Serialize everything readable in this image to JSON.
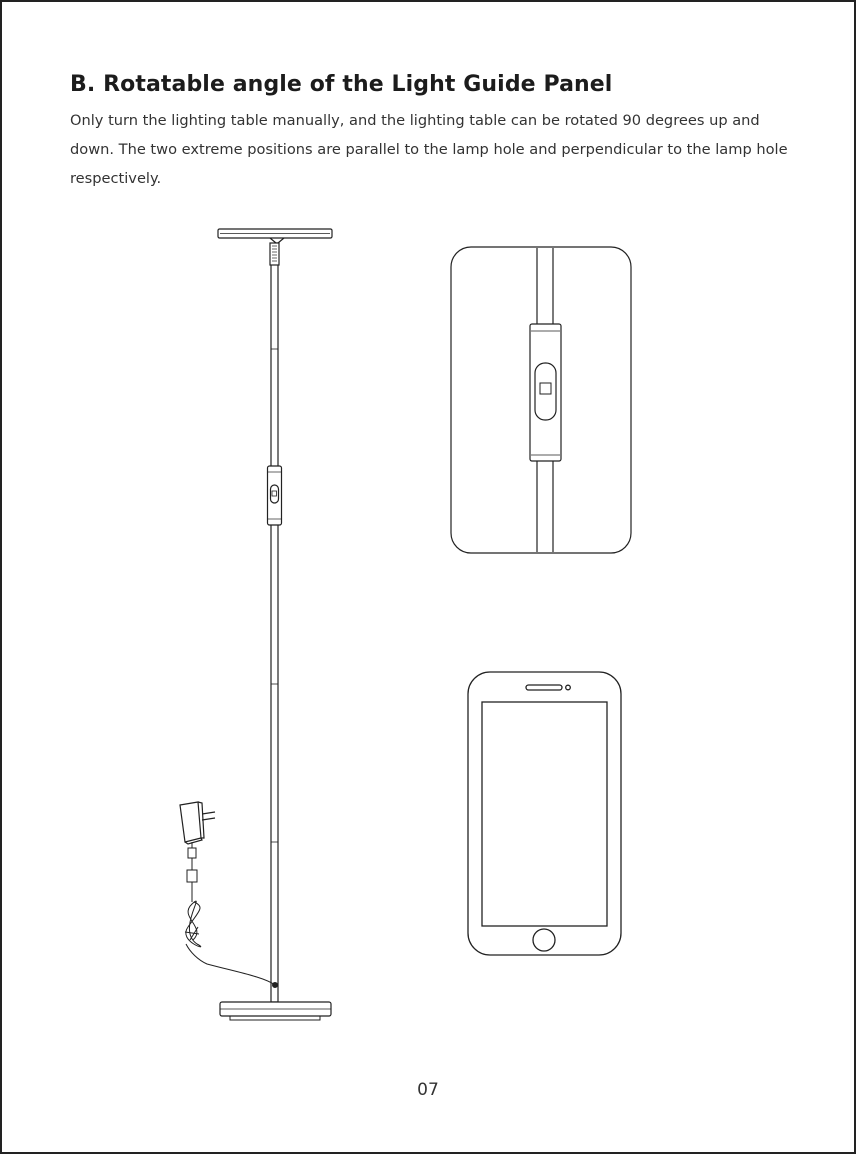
{
  "section": {
    "title": "B. Rotatable angle of the Light Guide Panel",
    "description": "Only turn the lighting table manually, and the lighting table can be rotated 90 degrees up and down. The two extreme positions are parallel to the lamp hole and perpendicular to the lamp hole respectively."
  },
  "illustrations": {
    "floor_lamp": "floor-lamp-with-power-adapter",
    "switch_detail": "pole-switch-closeup",
    "smartphone": "smartphone"
  },
  "footer": {
    "page_number": "07"
  }
}
